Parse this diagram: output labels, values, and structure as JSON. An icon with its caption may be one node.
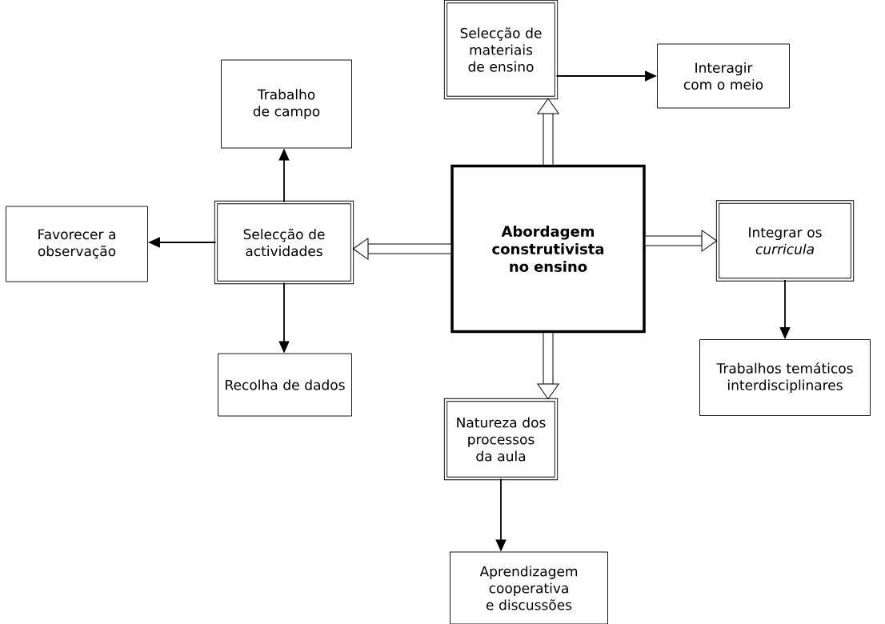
{
  "diagram": {
    "nodes": [
      {
        "text": [
          "Abordagem construtivista no ensino"
        ]
      },
      {
        "text": [
          "Selecção de materiais de ensino"
        ]
      },
      {
        "text": [
          "Interagir com o meio"
        ]
      },
      {
        "text": [
          "Trabalho de campo"
        ]
      },
      {
        "text": [
          "Favorecer a observação"
        ]
      },
      {
        "text": [
          "Selecção de actividades"
        ]
      },
      {
        "text": [
          "Integrar os *curricula*"
        ]
      },
      {
        "text": [
          "Recolha de dados"
        ]
      },
      {
        "text": [
          "Trabalhos temáticos interdisciplinares"
        ]
      },
      {
        "text": [
          "Natureza dos processos da aula"
        ]
      },
      {
        "text": [
          "Aprendizagem cooperativa e discussões"
        ]
      }
    ],
    "edges": [
      {
        "from": 0,
        "to": 1,
        "arrow": "to",
        "style": "thick"
      },
      {
        "from": 0,
        "to": 5,
        "arrow": "to",
        "style": "thick"
      },
      {
        "from": 0,
        "to": 6,
        "arrow": "to",
        "style": "thick"
      },
      {
        "from": 0,
        "to": 9,
        "arrow": "to",
        "style": "thick"
      },
      {
        "from": 1,
        "to": 2,
        "arrow": "to"
      },
      {
        "from": 5,
        "to": 3,
        "arrow": "to"
      },
      {
        "from": 5,
        "to": 4,
        "arrow": "to"
      },
      {
        "from": 5,
        "to": 7,
        "arrow": "to"
      },
      {
        "from": 6,
        "to": 8,
        "arrow": "to"
      },
      {
        "from": 9,
        "to": 10,
        "arrow": "to"
      }
    ]
  }
}
